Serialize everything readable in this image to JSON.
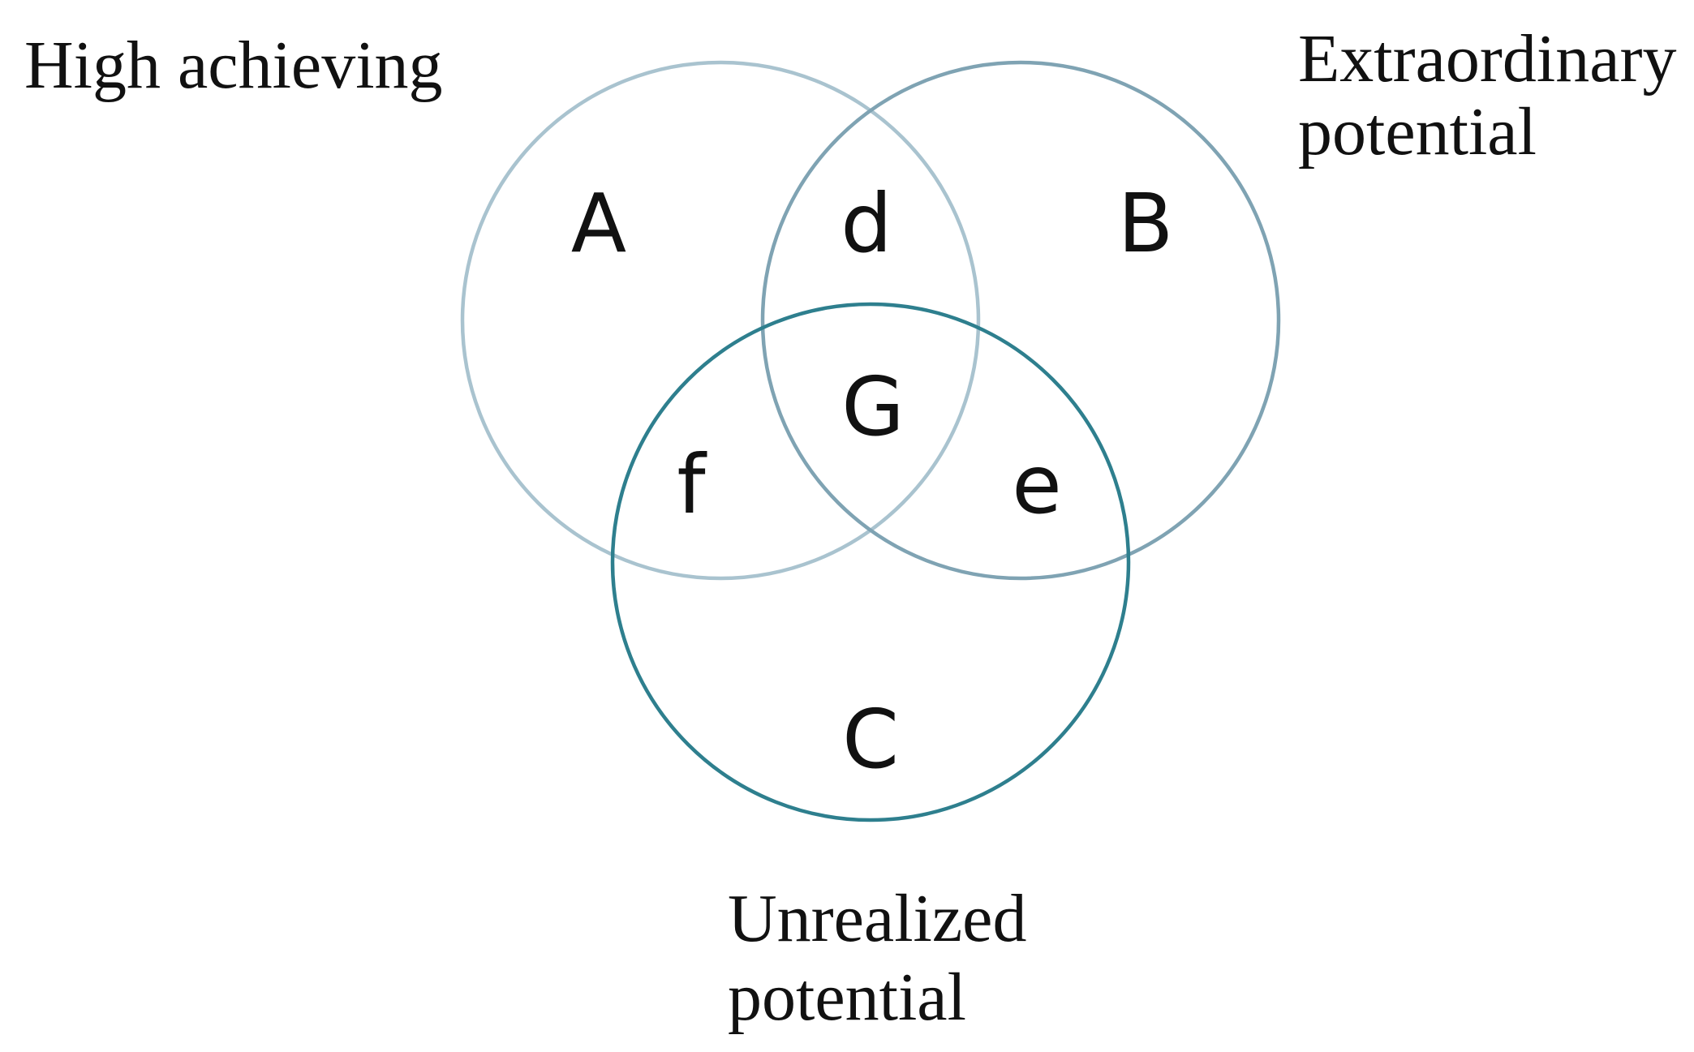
{
  "diagram": {
    "type": "venn",
    "sets": [
      {
        "id": "high-achieving",
        "title_lines": [
          "High achieving"
        ],
        "color": "#A9C3CF"
      },
      {
        "id": "extraordinary-potential",
        "title_lines": [
          "Extraordinary",
          "potential"
        ],
        "color": "#7FA3B3"
      },
      {
        "id": "unrealized-potential",
        "title_lines": [
          "Unrealized",
          "potential"
        ],
        "color": "#2E7F8E"
      }
    ],
    "regions": [
      {
        "label": "A",
        "sets": [
          "high-achieving"
        ]
      },
      {
        "label": "B",
        "sets": [
          "extraordinary-potential"
        ]
      },
      {
        "label": "C",
        "sets": [
          "unrealized-potential"
        ]
      },
      {
        "label": "d",
        "sets": [
          "high-achieving",
          "extraordinary-potential"
        ]
      },
      {
        "label": "e",
        "sets": [
          "extraordinary-potential",
          "unrealized-potential"
        ]
      },
      {
        "label": "f",
        "sets": [
          "high-achieving",
          "unrealized-potential"
        ]
      },
      {
        "label": "G",
        "sets": [
          "high-achieving",
          "extraordinary-potential",
          "unrealized-potential"
        ]
      }
    ]
  }
}
